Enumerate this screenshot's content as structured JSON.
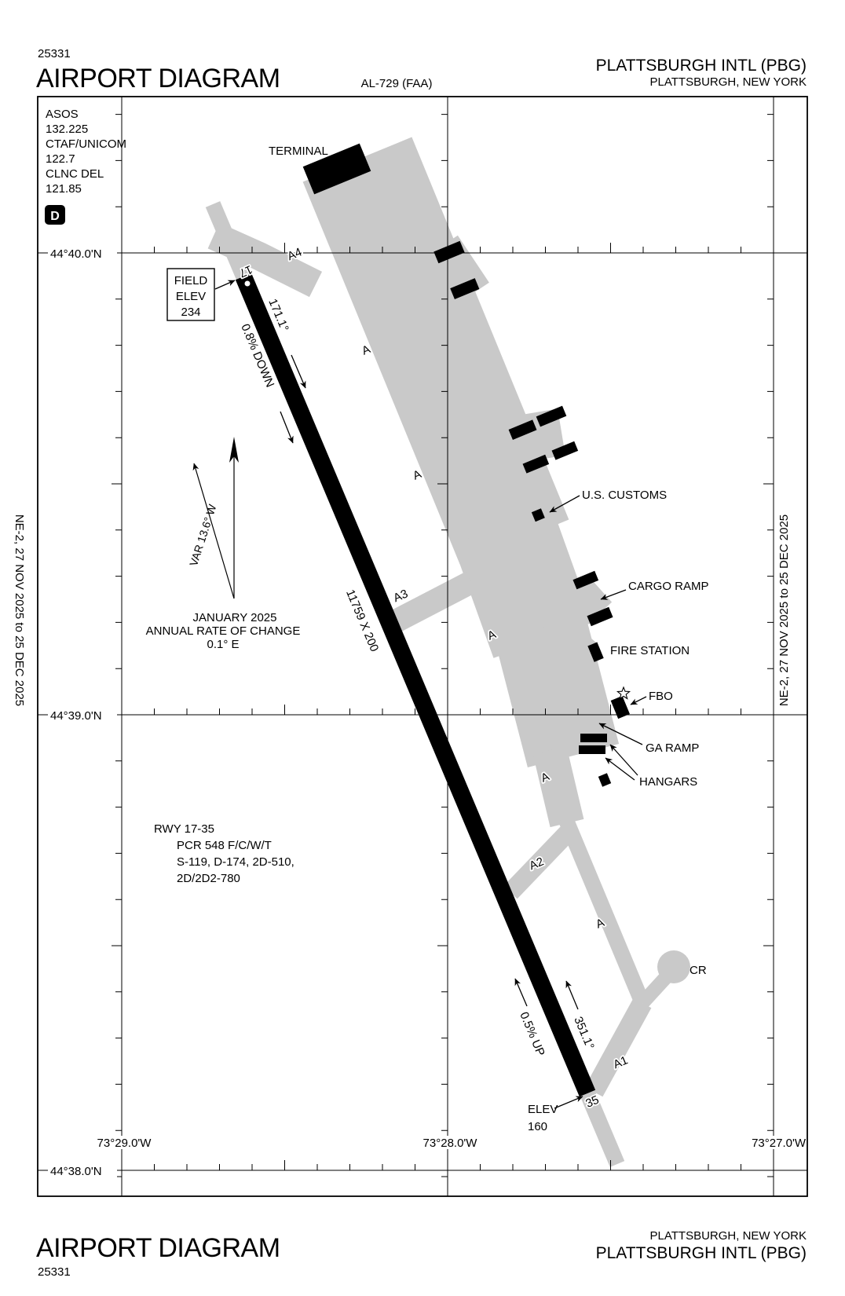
{
  "doc": {
    "chart_code": "25331",
    "title": "AIRPORT DIAGRAM",
    "al_ref": "AL-729 (FAA)",
    "airport": "PLATTSBURGH INTL  (PBG)",
    "city": "PLATTSBURGH, NEW YORK",
    "edition_side": "NE-2,  27 NOV 2025  to  25 DEC 2025"
  },
  "comm": {
    "asos_label": "ASOS",
    "asos_freq": "132.225",
    "ctaf_label": "CTAF/UNICOM",
    "ctaf_freq": "122.7",
    "clnc_label": "CLNC DEL",
    "clnc_freq": "121.85",
    "d_symbol": "D"
  },
  "field_elev": {
    "l1": "FIELD",
    "l2": "ELEV",
    "l3": "234"
  },
  "mag": {
    "var_label": "VAR 13.6° W",
    "date": "JANUARY 2025",
    "roc": "ANNUAL RATE OF CHANGE",
    "rate": "0.1° E"
  },
  "runway": {
    "num17": "17",
    "num35": "35",
    "hdg17": "171.1°",
    "hdg35": "351.1°",
    "slope17": "0.8% DOWN",
    "slope35": "0.5% UP",
    "dims": "11759 X 200",
    "elev35_l1": "ELEV",
    "elev35_l2": "160"
  },
  "rwy_info": {
    "l1": "RWY 17-35",
    "l2": "PCR 548 F/C/W/T",
    "l3": "S-119, D-174, 2D-510,",
    "l4": "2D/2D2-780"
  },
  "taxiways": {
    "a": "A",
    "a1": "A1",
    "a2": "A2",
    "a3": "A3",
    "a4": "A4"
  },
  "facilities": {
    "terminal": "TERMINAL",
    "customs": "U.S. CUSTOMS",
    "cargo": "CARGO RAMP",
    "fire": "FIRE STATION",
    "fbo": "FBO",
    "ga": "GA RAMP",
    "hangars": "HANGARS",
    "cr": "CR"
  },
  "grid": {
    "lat": [
      "44°40.0'N",
      "44°39.0'N",
      "44°38.0'N"
    ],
    "lon": [
      "73°29.0'W",
      "73°28.0'W",
      "73°27.0'W"
    ]
  },
  "colors": {
    "pavement": "#c9c9c9",
    "ink": "#000000",
    "paper": "#ffffff"
  }
}
